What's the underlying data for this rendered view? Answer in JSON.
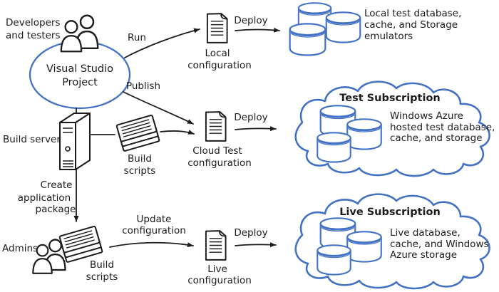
{
  "colors": {
    "sketch_blue": "#4372c4",
    "ink": "#1c1c1c"
  },
  "actors": {
    "developers": {
      "label_lines": [
        "Developers",
        "and testers"
      ]
    },
    "admins": {
      "label": "Admins"
    }
  },
  "nodes": {
    "vs_project": {
      "label_lines": [
        "Visual Studio",
        "Project"
      ]
    },
    "build_server": {
      "label": "Build server"
    },
    "build_scripts_mid": {
      "label_lines": [
        "Build",
        "scripts"
      ]
    },
    "build_scripts_admin": {
      "label_lines": [
        "Build",
        "scripts"
      ]
    },
    "local_config": {
      "label_lines": [
        "Local",
        "configuration"
      ]
    },
    "cloud_test_config": {
      "label_lines": [
        "Cloud Test",
        "configuration"
      ]
    },
    "live_config": {
      "label_lines": [
        "Live",
        "configuration"
      ]
    },
    "local_databases": {
      "caption_lines": [
        "Local test database,",
        "cache, and Storage",
        "emulators"
      ]
    },
    "test_subscription": {
      "title": "Test Subscription",
      "caption_lines": [
        "Windows Azure",
        "hosted test database,",
        "cache, and storage"
      ]
    },
    "live_subscription": {
      "title": "Live Subscription",
      "caption_lines": [
        "Live database,",
        "cache, and Windows",
        "Azure storage"
      ]
    }
  },
  "edges": {
    "run": {
      "label": "Run"
    },
    "publish": {
      "label": "Publish"
    },
    "deploy_local": {
      "label": "Deploy"
    },
    "deploy_test": {
      "label": "Deploy"
    },
    "deploy_live": {
      "label": "Deploy"
    },
    "create_package": {
      "label_lines": [
        "Create",
        "application",
        "package"
      ]
    },
    "update_configuration": {
      "label_lines": [
        "Update",
        "configuration"
      ]
    }
  }
}
